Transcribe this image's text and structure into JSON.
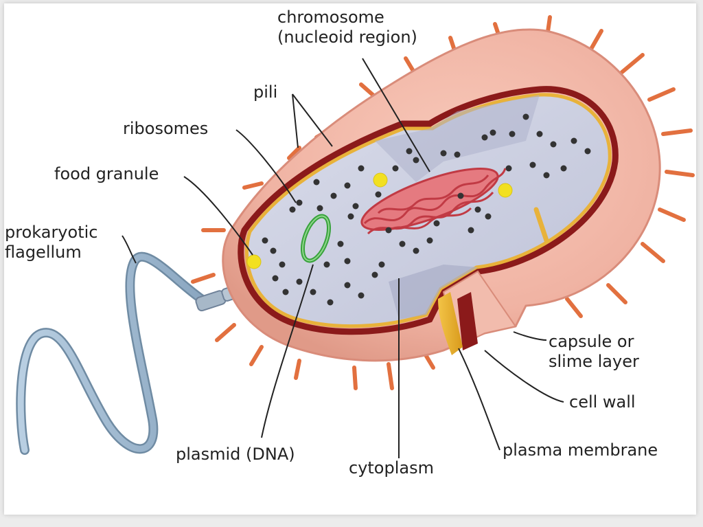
{
  "labels": {
    "chromosome": [
      "chromosome",
      "(nucleoid region)"
    ],
    "pili": "pili",
    "ribosomes": "ribosomes",
    "food_granule": "food granule",
    "prokaryotic_flagellum": [
      "prokaryotic",
      "flagellum"
    ],
    "capsule": [
      "capsule or",
      "slime layer"
    ],
    "cell_wall": "cell wall",
    "plasma_membrane": "plasma membrane",
    "plasmid": "plasmid (DNA)",
    "cytoplasm": "cytoplasm"
  },
  "colors": {
    "capsule": "#f0b3a3",
    "capsule_edge": "#d98c7a",
    "cell_wall": "#8b1a1a",
    "plasma_membrane": "#e8b23a",
    "cytoplasm": "#c9cde0",
    "ribosome": "#333333",
    "food_granule": "#f2e021",
    "plasmid": "#37a23b",
    "chromosome": "#d9515a",
    "pili": "#e2703f",
    "flagellum": "#9fb9d0"
  }
}
